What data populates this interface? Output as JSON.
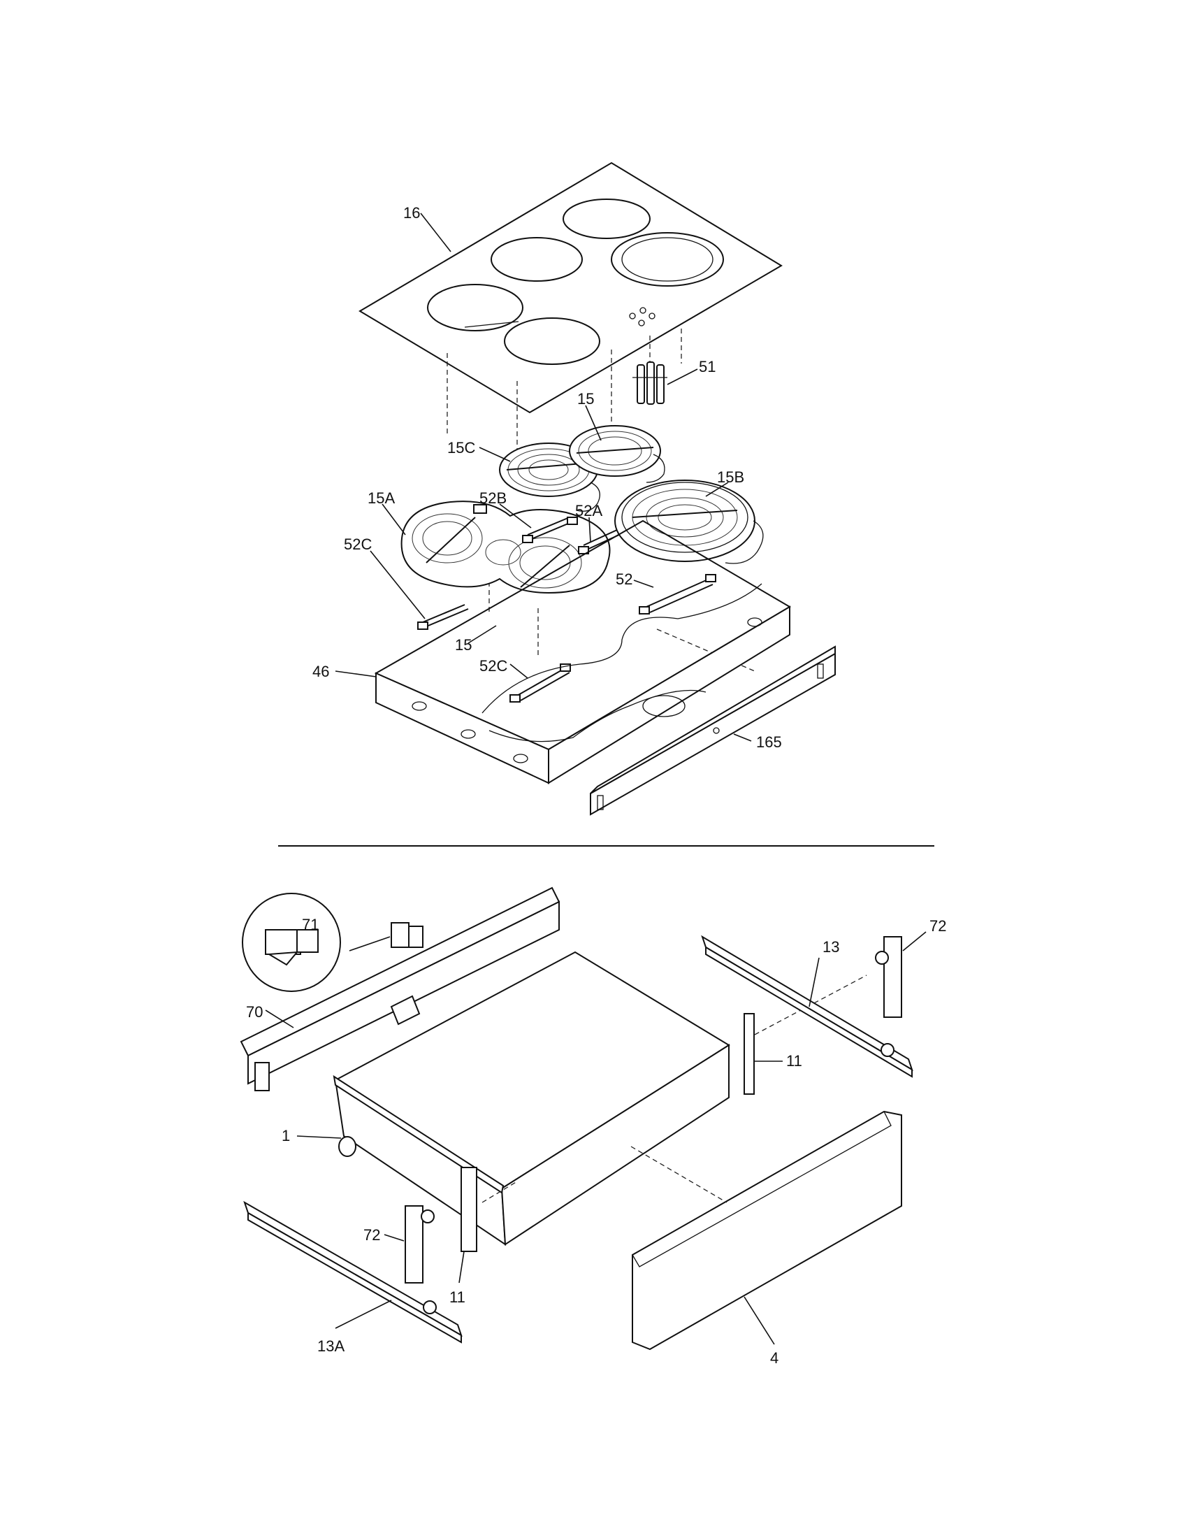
{
  "labels": {
    "p16": "16",
    "p51": "51",
    "p15_top": "15",
    "p15C": "15C",
    "p15B": "15B",
    "p15A": "15A",
    "p52B": "52B",
    "p52A": "52A",
    "p52C_left": "52C",
    "p52": "52",
    "p15_bottom": "15",
    "p46": "46",
    "p52C_bottom": "52C",
    "p165": "165",
    "p71": "71",
    "p72_right": "72",
    "p13": "13",
    "p70": "70",
    "p11_right": "11",
    "p1": "1",
    "p72_left": "72",
    "p11_left": "11",
    "p13A": "13A",
    "p4": "4"
  },
  "colors": {
    "line": "#111111",
    "background": "#ffffff"
  }
}
